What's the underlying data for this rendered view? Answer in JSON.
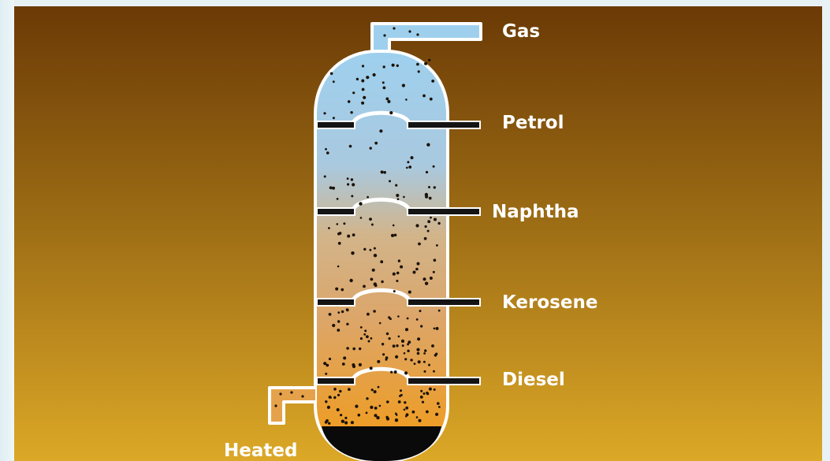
{
  "labels": {
    "gas": "Gas",
    "petrol": "Petrol",
    "naphtha": "Naphtha",
    "kerosene": "Kerosene",
    "diesel": "Diesel",
    "heated": "Heated"
  },
  "colors": {
    "background_top": "#6b3a06",
    "background_bottom": "#dca827",
    "column_top": "#9ed0ee",
    "column_bottom": "#f39a12",
    "residue": "#0a0a0a",
    "outline": "#ffffff",
    "label_text": "#ffffff"
  }
}
